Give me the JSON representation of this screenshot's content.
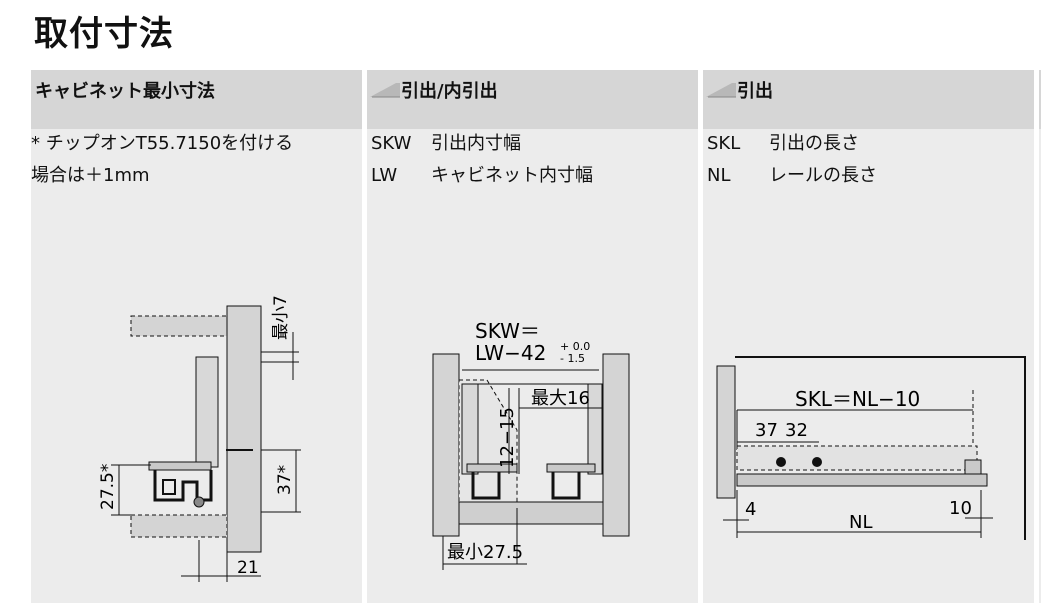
{
  "page": {
    "title": "取付寸法"
  },
  "panels": [
    {
      "title": "キャビネット最小寸法",
      "note_line1": "* チップオンT55.7150を付ける",
      "note_line2": "場合は＋1mm",
      "drawing": {
        "dim_top": "最小7",
        "dim_left": "27.5*",
        "dim_right": "37*",
        "dim_bottom": "21"
      }
    },
    {
      "title": "引出/内引出",
      "defs": [
        {
          "code": "SKW",
          "desc": "引出内寸幅"
        },
        {
          "code": "LW",
          "desc": "キャビネット内寸幅"
        }
      ],
      "drawing": {
        "formula_line1": "SKW＝",
        "formula_line2": "LW−42",
        "tol_plus": "+ 0.0",
        "tol_minus": "- 1.5",
        "dim_vertical": "12−15",
        "dim_max": "最大16",
        "dim_min": "最小27.5"
      }
    },
    {
      "title": "引出",
      "defs": [
        {
          "code": "SKL",
          "desc": "引出の長さ"
        },
        {
          "code": "NL",
          "desc": "レールの長さ"
        }
      ],
      "drawing": {
        "formula": "SKL＝NL−10",
        "dim_a": "37",
        "dim_b": "32",
        "dim_left": "4",
        "dim_nl": "NL",
        "dim_right": "10"
      }
    },
    {
      "title": ""
    }
  ],
  "colors": {
    "panel_bg": "#ececec",
    "header_bg": "#d6d6d6",
    "line": "#111111",
    "part_fill": "#c9c9c9"
  }
}
